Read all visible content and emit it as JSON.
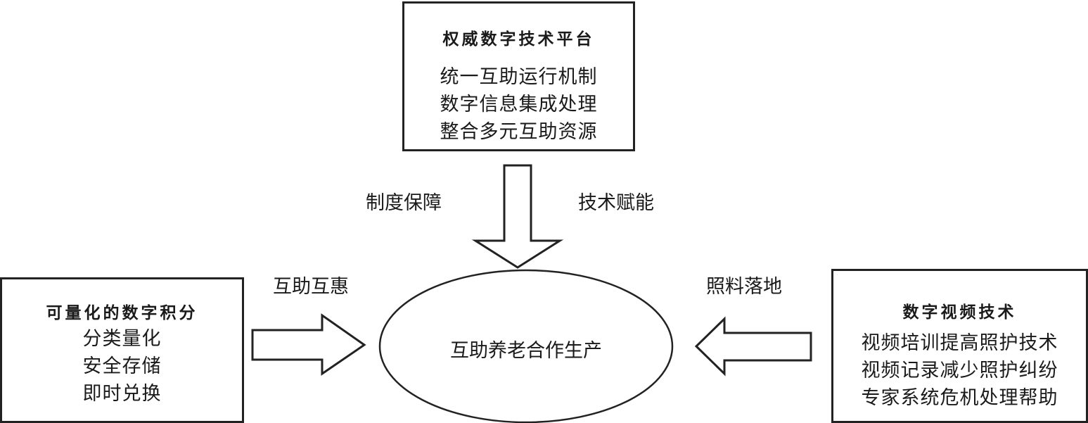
{
  "top_box": {
    "title": "权威数字技术平台",
    "items": [
      "统一互助运行机制",
      "数字信息集成处理",
      "整合多元互助资源"
    ]
  },
  "left_box": {
    "title": "可量化的数字积分",
    "items": [
      "分类量化",
      "安全存储",
      "即时兑换"
    ]
  },
  "right_box": {
    "title": "数字视频技术",
    "items": [
      "视频培训提高照护技术",
      "视频记录减少照护纠纷",
      "专家系统危机处理帮助"
    ]
  },
  "center": {
    "label": "互助养老合作生产"
  },
  "arrow_labels": {
    "top_left": "制度保障",
    "top_right": "技术赋能",
    "left": "互助互惠",
    "right": "照料落地"
  },
  "colors": {
    "stroke": "#222222",
    "background": "#ffffff"
  }
}
